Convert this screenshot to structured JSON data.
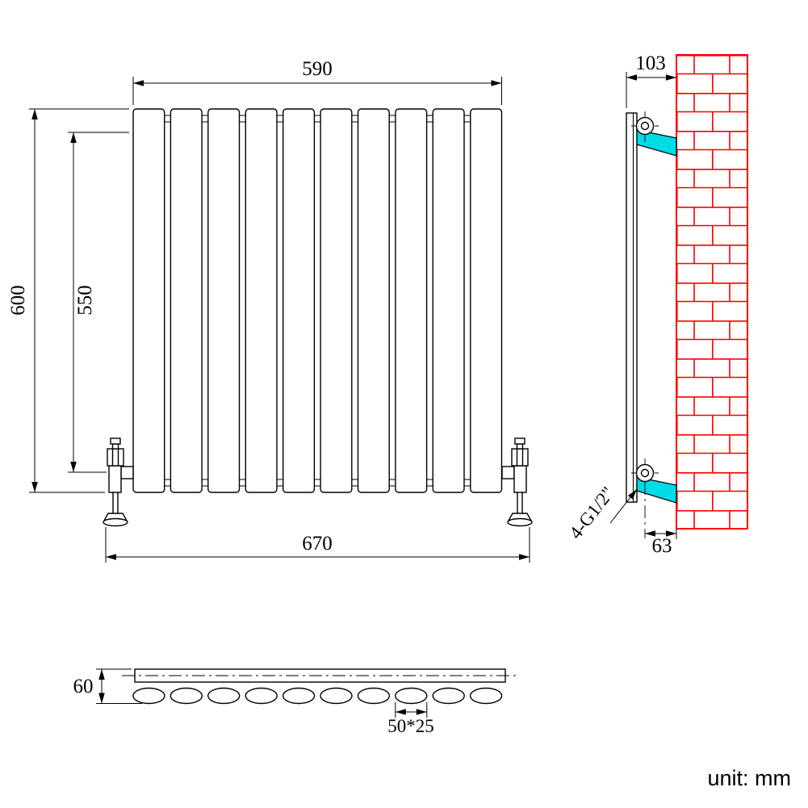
{
  "drawing": {
    "unit_label": "unit: mm",
    "front_view": {
      "panel_count": 10,
      "dim_top_width": "590",
      "dim_overall_height": "600",
      "dim_valve_height": "550",
      "dim_bottom_width": "670"
    },
    "side_view": {
      "dim_depth": "103",
      "dim_wall_offset": "63",
      "connection_label": "4-G1/2\""
    },
    "bottom_view": {
      "oval_count": 10,
      "dim_depth": "60",
      "dim_panel_section": "50*25"
    },
    "colors": {
      "line": "#000000",
      "brick_red": "#ff0000",
      "bracket_cyan": "#00dce6"
    }
  }
}
